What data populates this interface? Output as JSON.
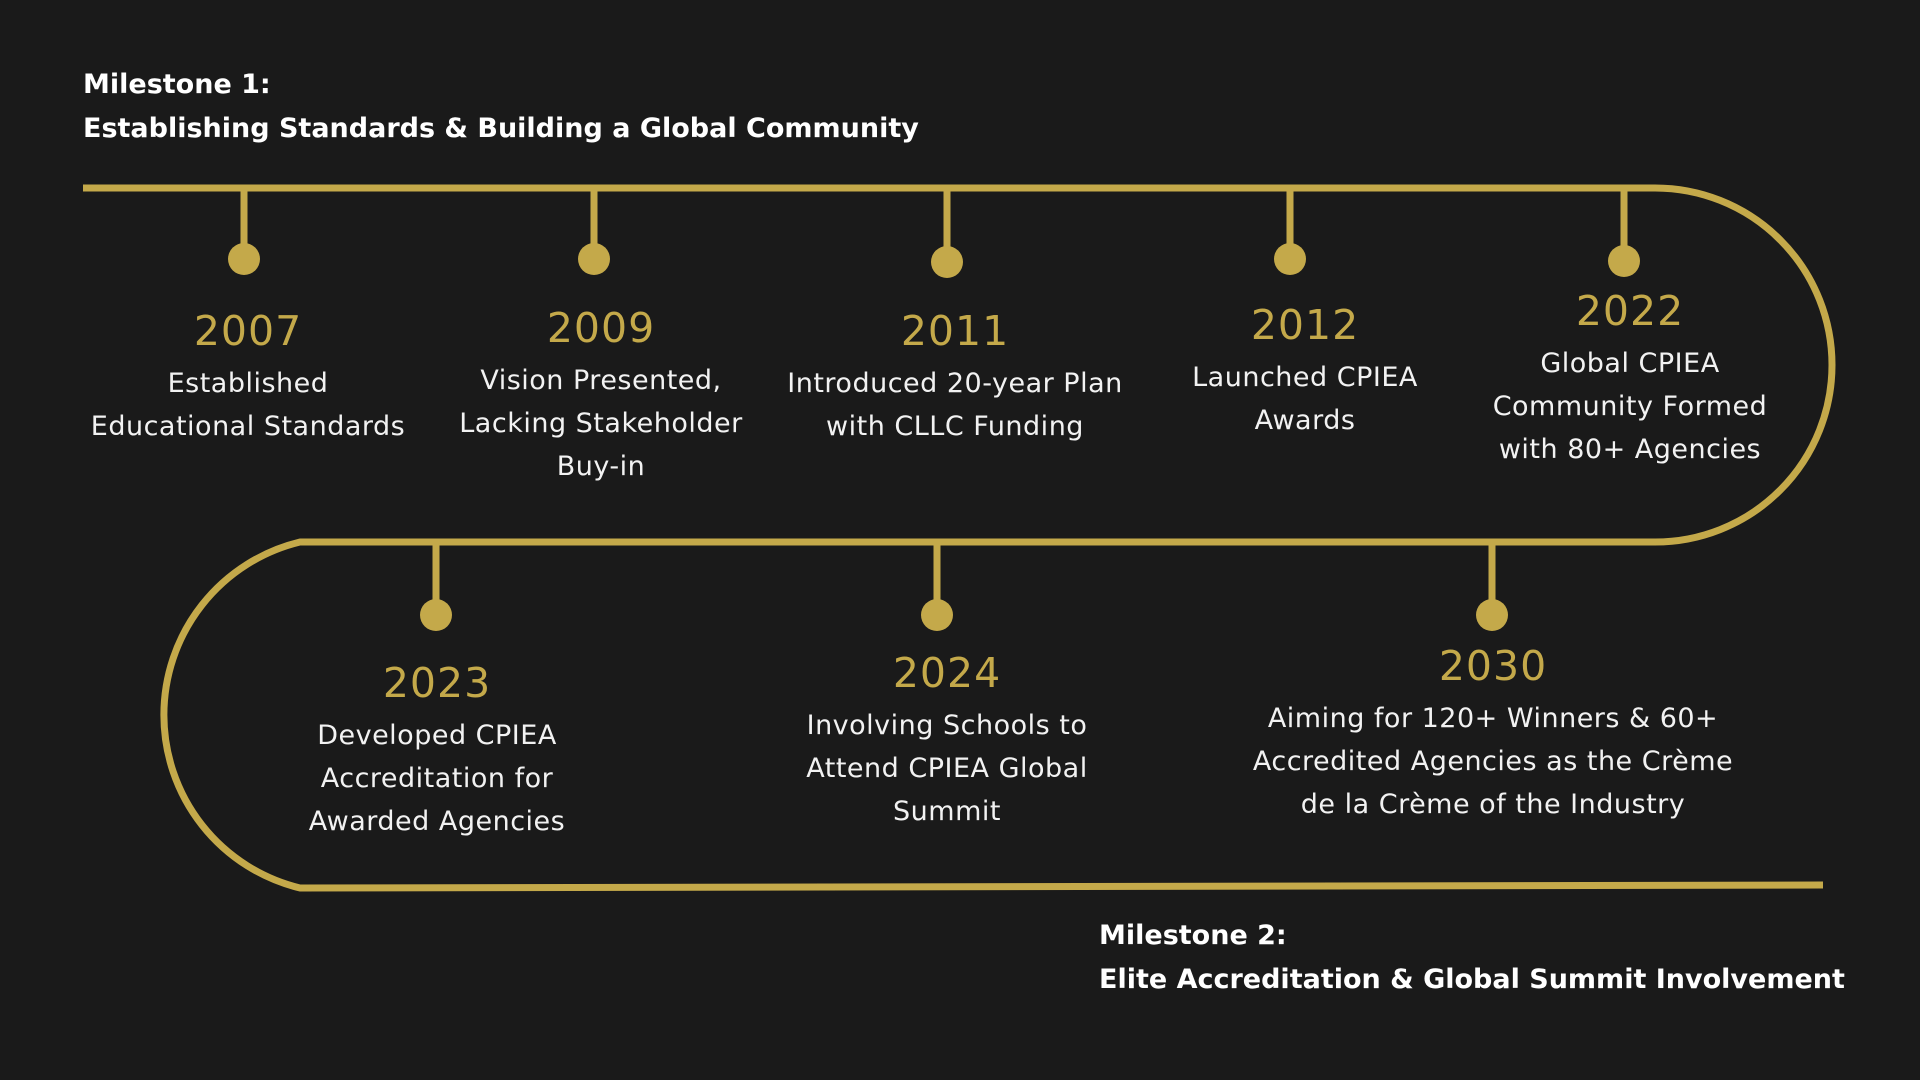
{
  "colors": {
    "background": "#1a1a1a",
    "accent": "#c4a94a",
    "text": "#f2f2f2",
    "heading": "#ffffff"
  },
  "milestone_1": {
    "label": "Milestone 1:",
    "title": "Establishing Standards & Building a Global Community"
  },
  "milestone_2": {
    "label": "Milestone 2:",
    "title": "Elite Accreditation & Global Summit Involvement"
  },
  "events": [
    {
      "year": "2007",
      "description": "Established\nEducational Standards"
    },
    {
      "year": "2009",
      "description": "Vision Presented,\nLacking Stakeholder\nBuy-in"
    },
    {
      "year": "2011",
      "description": "Introduced 20-year Plan\nwith CLLC Funding"
    },
    {
      "year": "2012",
      "description": "Launched CPIEA\nAwards"
    },
    {
      "year": "2022",
      "description": "Global CPIEA\nCommunity Formed\nwith 80+ Agencies"
    },
    {
      "year": "2023",
      "description": "Developed CPIEA\nAccreditation for\nAwarded Agencies"
    },
    {
      "year": "2024",
      "description": "Involving Schools to\nAttend CPIEA Global\nSummit"
    },
    {
      "year": "2030",
      "description": "Aiming for 120+ Winners & 60+\nAccredited Agencies as the Crème\nde la Crème of the Industry"
    }
  ]
}
